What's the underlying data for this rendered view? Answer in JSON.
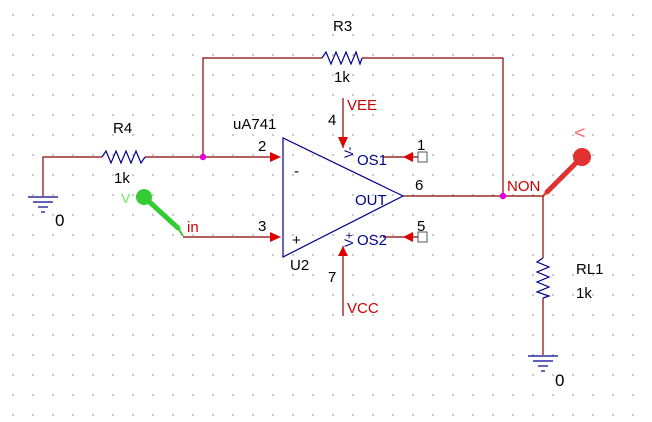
{
  "components": {
    "r3": {
      "ref": "R3",
      "value": "1k"
    },
    "r4": {
      "ref": "R4",
      "value": "1k"
    },
    "rl1": {
      "ref": "RL1",
      "value": "1k"
    },
    "opamp": {
      "part": "uA741",
      "ref": "U2",
      "minus": "-",
      "plus": "+",
      "out": "OUT",
      "os1": "OS1",
      "os2": "OS2",
      "vplus": "V+",
      "vminus": "V-"
    }
  },
  "pins": {
    "p1": "1",
    "p2": "2",
    "p3": "3",
    "p4": "4",
    "p5": "5",
    "p6": "6",
    "p7": "7"
  },
  "nets": {
    "vee": "VEE",
    "vcc": "VCC",
    "in": "in",
    "non": "NON"
  },
  "grounds": {
    "left": "0",
    "right": "0"
  },
  "probes": {
    "input": "V",
    "output": "V"
  },
  "colors": {
    "wire": "#8b0000",
    "component": "#00008b",
    "net_label": "#cc0000",
    "junction": "#e000e0",
    "probe_input": "#33cc33",
    "probe_output": "#e03030"
  }
}
